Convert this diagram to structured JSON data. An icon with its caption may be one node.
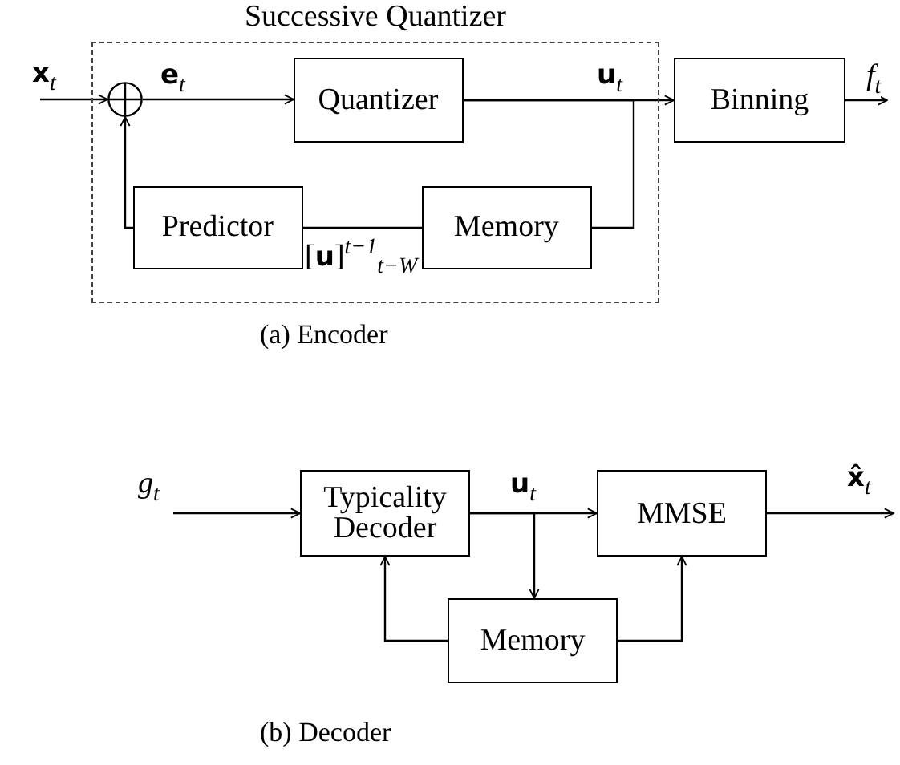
{
  "diagram": {
    "nodes": [
      {
        "text": [
          "Successive Quantizer"
        ]
      },
      {
        "text": [],
        "shape": "circle",
        "in": 0
      },
      {
        "text": [
          "Quantizer"
        ],
        "in": 0
      },
      {
        "text": [
          "Predictor"
        ],
        "in": 0
      },
      {
        "text": [
          "Memory"
        ],
        "in": 0
      },
      {
        "text": [
          "Binning"
        ]
      },
      {
        "text": [
          "Typicality Decoder"
        ]
      },
      {
        "text": [
          "MMSE"
        ]
      },
      {
        "text": [
          "Memory"
        ]
      }
    ],
    "edges": [
      {
        "from": null,
        "to": 1,
        "arrow": "to",
        "label": "**x**$_{t}$"
      },
      {
        "from": 1,
        "to": 2,
        "arrow": "to",
        "label": "**e**$_{t}$"
      },
      {
        "from": 2,
        "to": 5,
        "arrow": "to",
        "label": "**u**$_{t}$"
      },
      {
        "from": 2,
        "to": 4,
        "arrow": "none"
      },
      {
        "from": 4,
        "to": 3,
        "arrow": "none",
        "label": "[**u**]$^{t−1}$$_{t−W}$"
      },
      {
        "from": 3,
        "to": 1,
        "arrow": "to"
      },
      {
        "from": 5,
        "to": null,
        "arrow": "to",
        "label": "*f*$_{t}$"
      },
      {
        "from": null,
        "to": 6,
        "arrow": "to",
        "label": "*g*$_{t}$"
      },
      {
        "from": 6,
        "to": 7,
        "arrow": "to",
        "label": "**u**$_{t}$"
      },
      {
        "from": 6,
        "to": 8,
        "arrow": "to"
      },
      {
        "from": 8,
        "to": 6,
        "arrow": "to"
      },
      {
        "from": 8,
        "to": 7,
        "arrow": "to"
      },
      {
        "from": 7,
        "to": null,
        "arrow": "to",
        "label": "**x̂**$_{t}$"
      }
    ],
    "labels": [
      "(a) Encoder",
      "(b) Decoder"
    ]
  }
}
